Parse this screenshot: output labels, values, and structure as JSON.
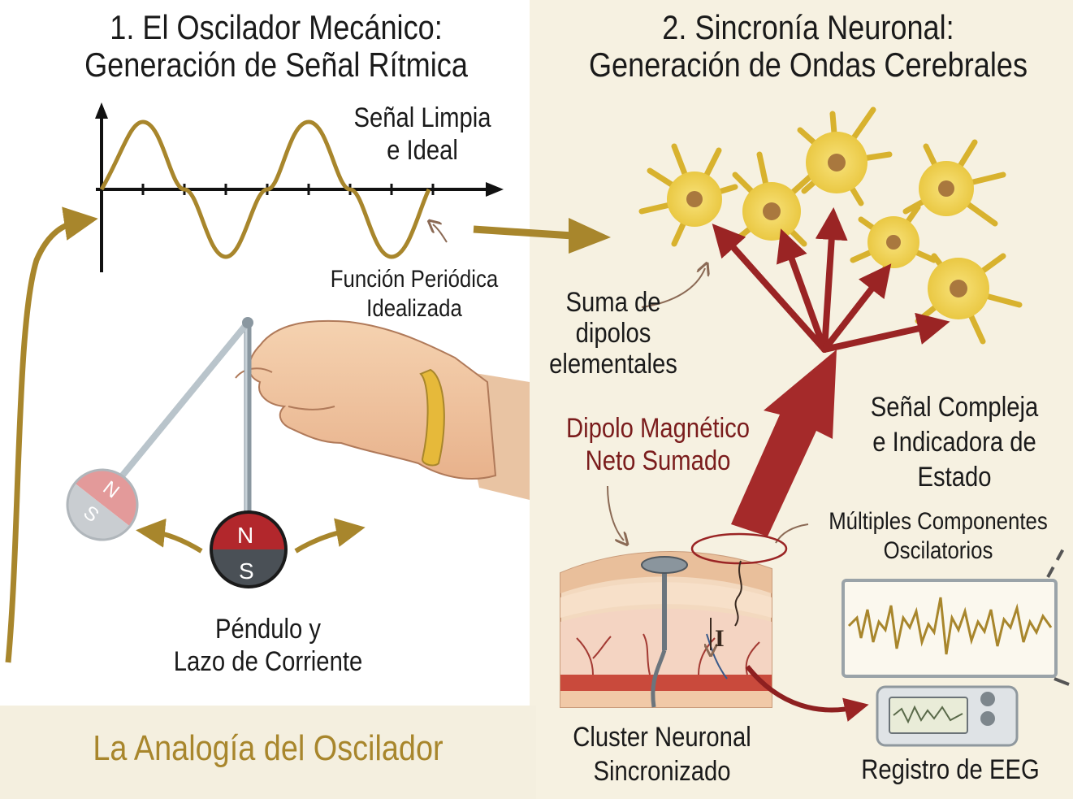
{
  "panels": {
    "left": {
      "title_line1": "1. El Oscilador Mecánico:",
      "title_line2": "Generación de Señal Rítmica",
      "wave_label_line1": "Señal Limpia",
      "wave_label_line2": "e Ideal",
      "periodic_label_line1": "Función Periódica",
      "periodic_label_line2": "Idealizada",
      "pendulum_label_line1": "Péndulo y",
      "pendulum_label_line2": "Lazo de Corriente",
      "magnet_north": "N",
      "magnet_south": "S",
      "footer": "La Analogía del Oscilador"
    },
    "right": {
      "title_line1": "2. Sincronía Neuronal:",
      "title_line2": "Generación de Ondas Cerebrales",
      "dipole_sum_line1": "Suma de",
      "dipole_sum_line2": "dipolos",
      "dipole_sum_line3": "elementales",
      "net_dipole_line1": "Dipolo Magnético",
      "net_dipole_line2": "Neto Sumado",
      "complex_signal_line1": "Señal Compleja",
      "complex_signal_line2": "e Indicadora de",
      "complex_signal_line3": "Estado",
      "components_line1": "Múltiples Componentes",
      "components_line2": "Oscilatorios",
      "current_symbol": "I",
      "cluster_line1": "Cluster Neuronal",
      "cluster_line2": "Sincronizado",
      "eeg_label": "Registro de EEG"
    }
  },
  "colors": {
    "gold": "#a8862c",
    "dark_red": "#8e2020",
    "neuron_yellow": "#f0d34a",
    "panel_cream": "#f6f1e1"
  }
}
